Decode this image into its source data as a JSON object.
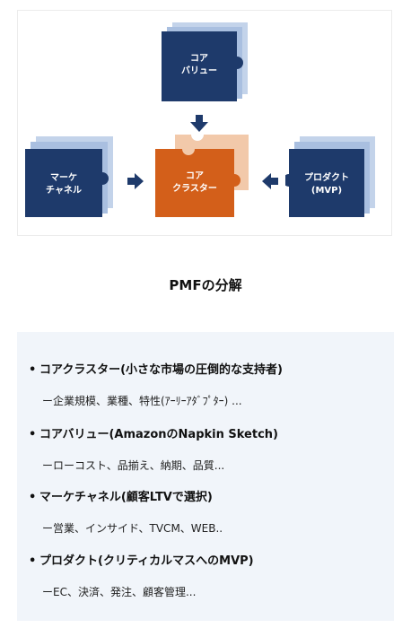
{
  "diagram": {
    "pieces": {
      "top": {
        "label_line1": "コア",
        "label_line2": "バリュー",
        "color": "#1e3a6b",
        "shadow_color": "#a9bfe0"
      },
      "left": {
        "label_line1": "マーケ",
        "label_line2": "チャネル",
        "color": "#1e3a6b",
        "shadow_color": "#a9bfe0"
      },
      "center": {
        "label_line1": "コア",
        "label_line2": "クラスター",
        "color": "#d35f1a",
        "shadow_color": "#f2c9aa"
      },
      "right": {
        "label_line1": "プロダクト",
        "label_line2": "(MVP)",
        "color": "#1e3a6b",
        "shadow_color": "#a9bfe0"
      }
    },
    "arrow_color": "#1e3a6b",
    "caption": "PMFの分解"
  },
  "list": {
    "items": [
      {
        "bullet": "•",
        "title": "コアクラスター(小さな市場の圧倒的な支持者)",
        "detail": "ー企業規模、業種、特性(ｱｰﾘｰｱﾀﾞﾌﾟﾀｰ) ..."
      },
      {
        "bullet": "•",
        "title": "コアバリュー(AmazonのNapkin Sketch)",
        "detail": "ーローコスト、品揃え、納期、品質..."
      },
      {
        "bullet": "•",
        "title": "マーケチャネル(顧客LTVで選択)",
        "detail": "ー営業、インサイド、TVCM、WEB.."
      },
      {
        "bullet": "•",
        "title": "プロダクト(クリティカルマスへのMVP)",
        "detail": "ーEC、決済、発注、顧客管理..."
      }
    ]
  }
}
